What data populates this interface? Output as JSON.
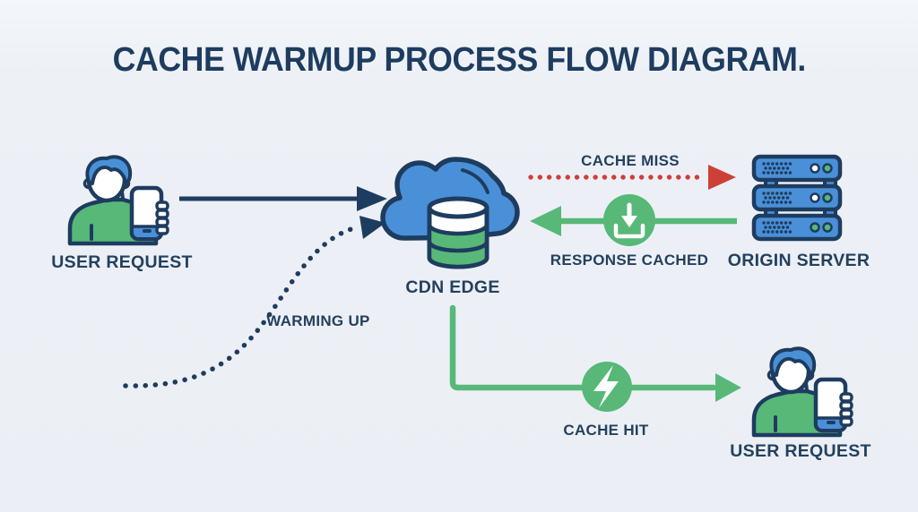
{
  "title": "CACHE WARMUP PROCESS FLOW DIAGRAM.",
  "colors": {
    "background": "#edf1f6",
    "navy": "#1e3c5f",
    "blue": "#4a90d8",
    "green": "#57b878",
    "red": "#cc4038",
    "white": "#ffffff",
    "label": "#24405e"
  },
  "nodes": {
    "user_left": {
      "label": "USER REQUEST",
      "icon": "person-with-phone-icon"
    },
    "cdn_edge": {
      "label": "CDN EDGE",
      "icon": "cloud-database-icon"
    },
    "origin_server": {
      "label": "ORIGIN SERVER",
      "icon": "server-stack-icon"
    },
    "user_bottom": {
      "label": "USER REQUEST",
      "icon": "person-with-phone-icon"
    }
  },
  "edges": {
    "user_to_cdn": {
      "label": "",
      "from": "user_left",
      "to": "cdn_edge",
      "style": "solid",
      "color": "navy"
    },
    "warming_up": {
      "label": "WARMING UP",
      "from": "user_left",
      "to": "cdn_edge",
      "style": "dotted",
      "color": "navy"
    },
    "cache_miss": {
      "label": "CACHE MISS",
      "from": "cdn_edge",
      "to": "origin_server",
      "style": "dotted",
      "color": "red"
    },
    "response_cached": {
      "label": "RESPONSE CACHED",
      "from": "origin_server",
      "to": "cdn_edge",
      "style": "solid",
      "color": "green",
      "badge": "download-icon"
    },
    "cache_hit": {
      "label": "CACHE HIT",
      "from": "cdn_edge",
      "to": "user_bottom",
      "style": "solid",
      "color": "green",
      "badge": "lightning-icon"
    }
  }
}
